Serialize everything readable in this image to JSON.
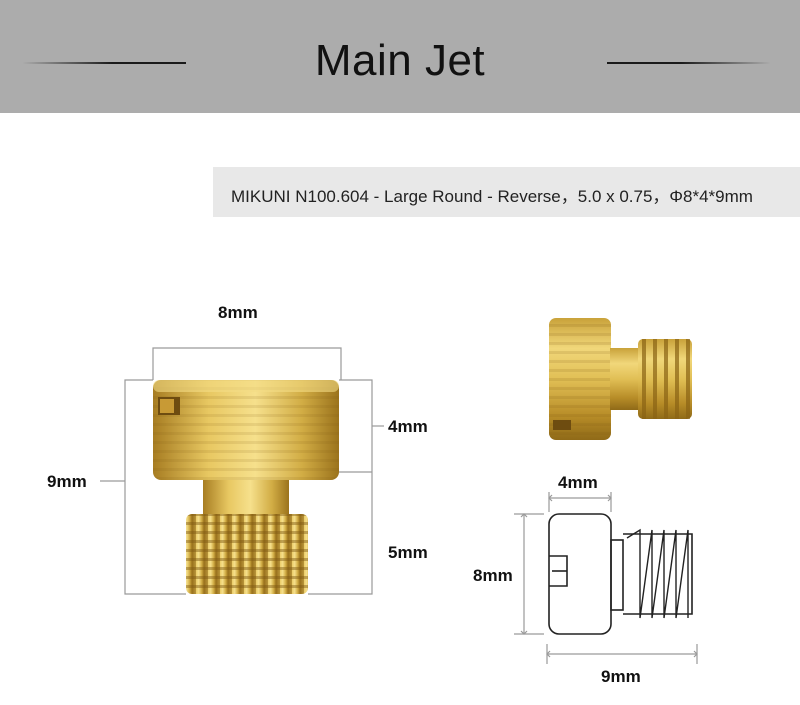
{
  "header": {
    "title": "Main Jet"
  },
  "spec": {
    "text": "MIKUNI N100.604 - Large Round - Reverse，5.0 x 0.75，Φ8*4*9mm"
  },
  "left_diagram": {
    "width_label": "8mm",
    "total_length_label": "9mm",
    "head_length_label": "4mm",
    "thread_length_label": "5mm"
  },
  "schematic": {
    "head_length_label": "4mm",
    "diameter_label": "8mm",
    "total_length_label": "9mm"
  },
  "colors": {
    "header_bg": "#acacac",
    "spec_bg": "#e8e8e8",
    "brass": "#d8b445",
    "dimension_line": "#9a9a9a"
  }
}
